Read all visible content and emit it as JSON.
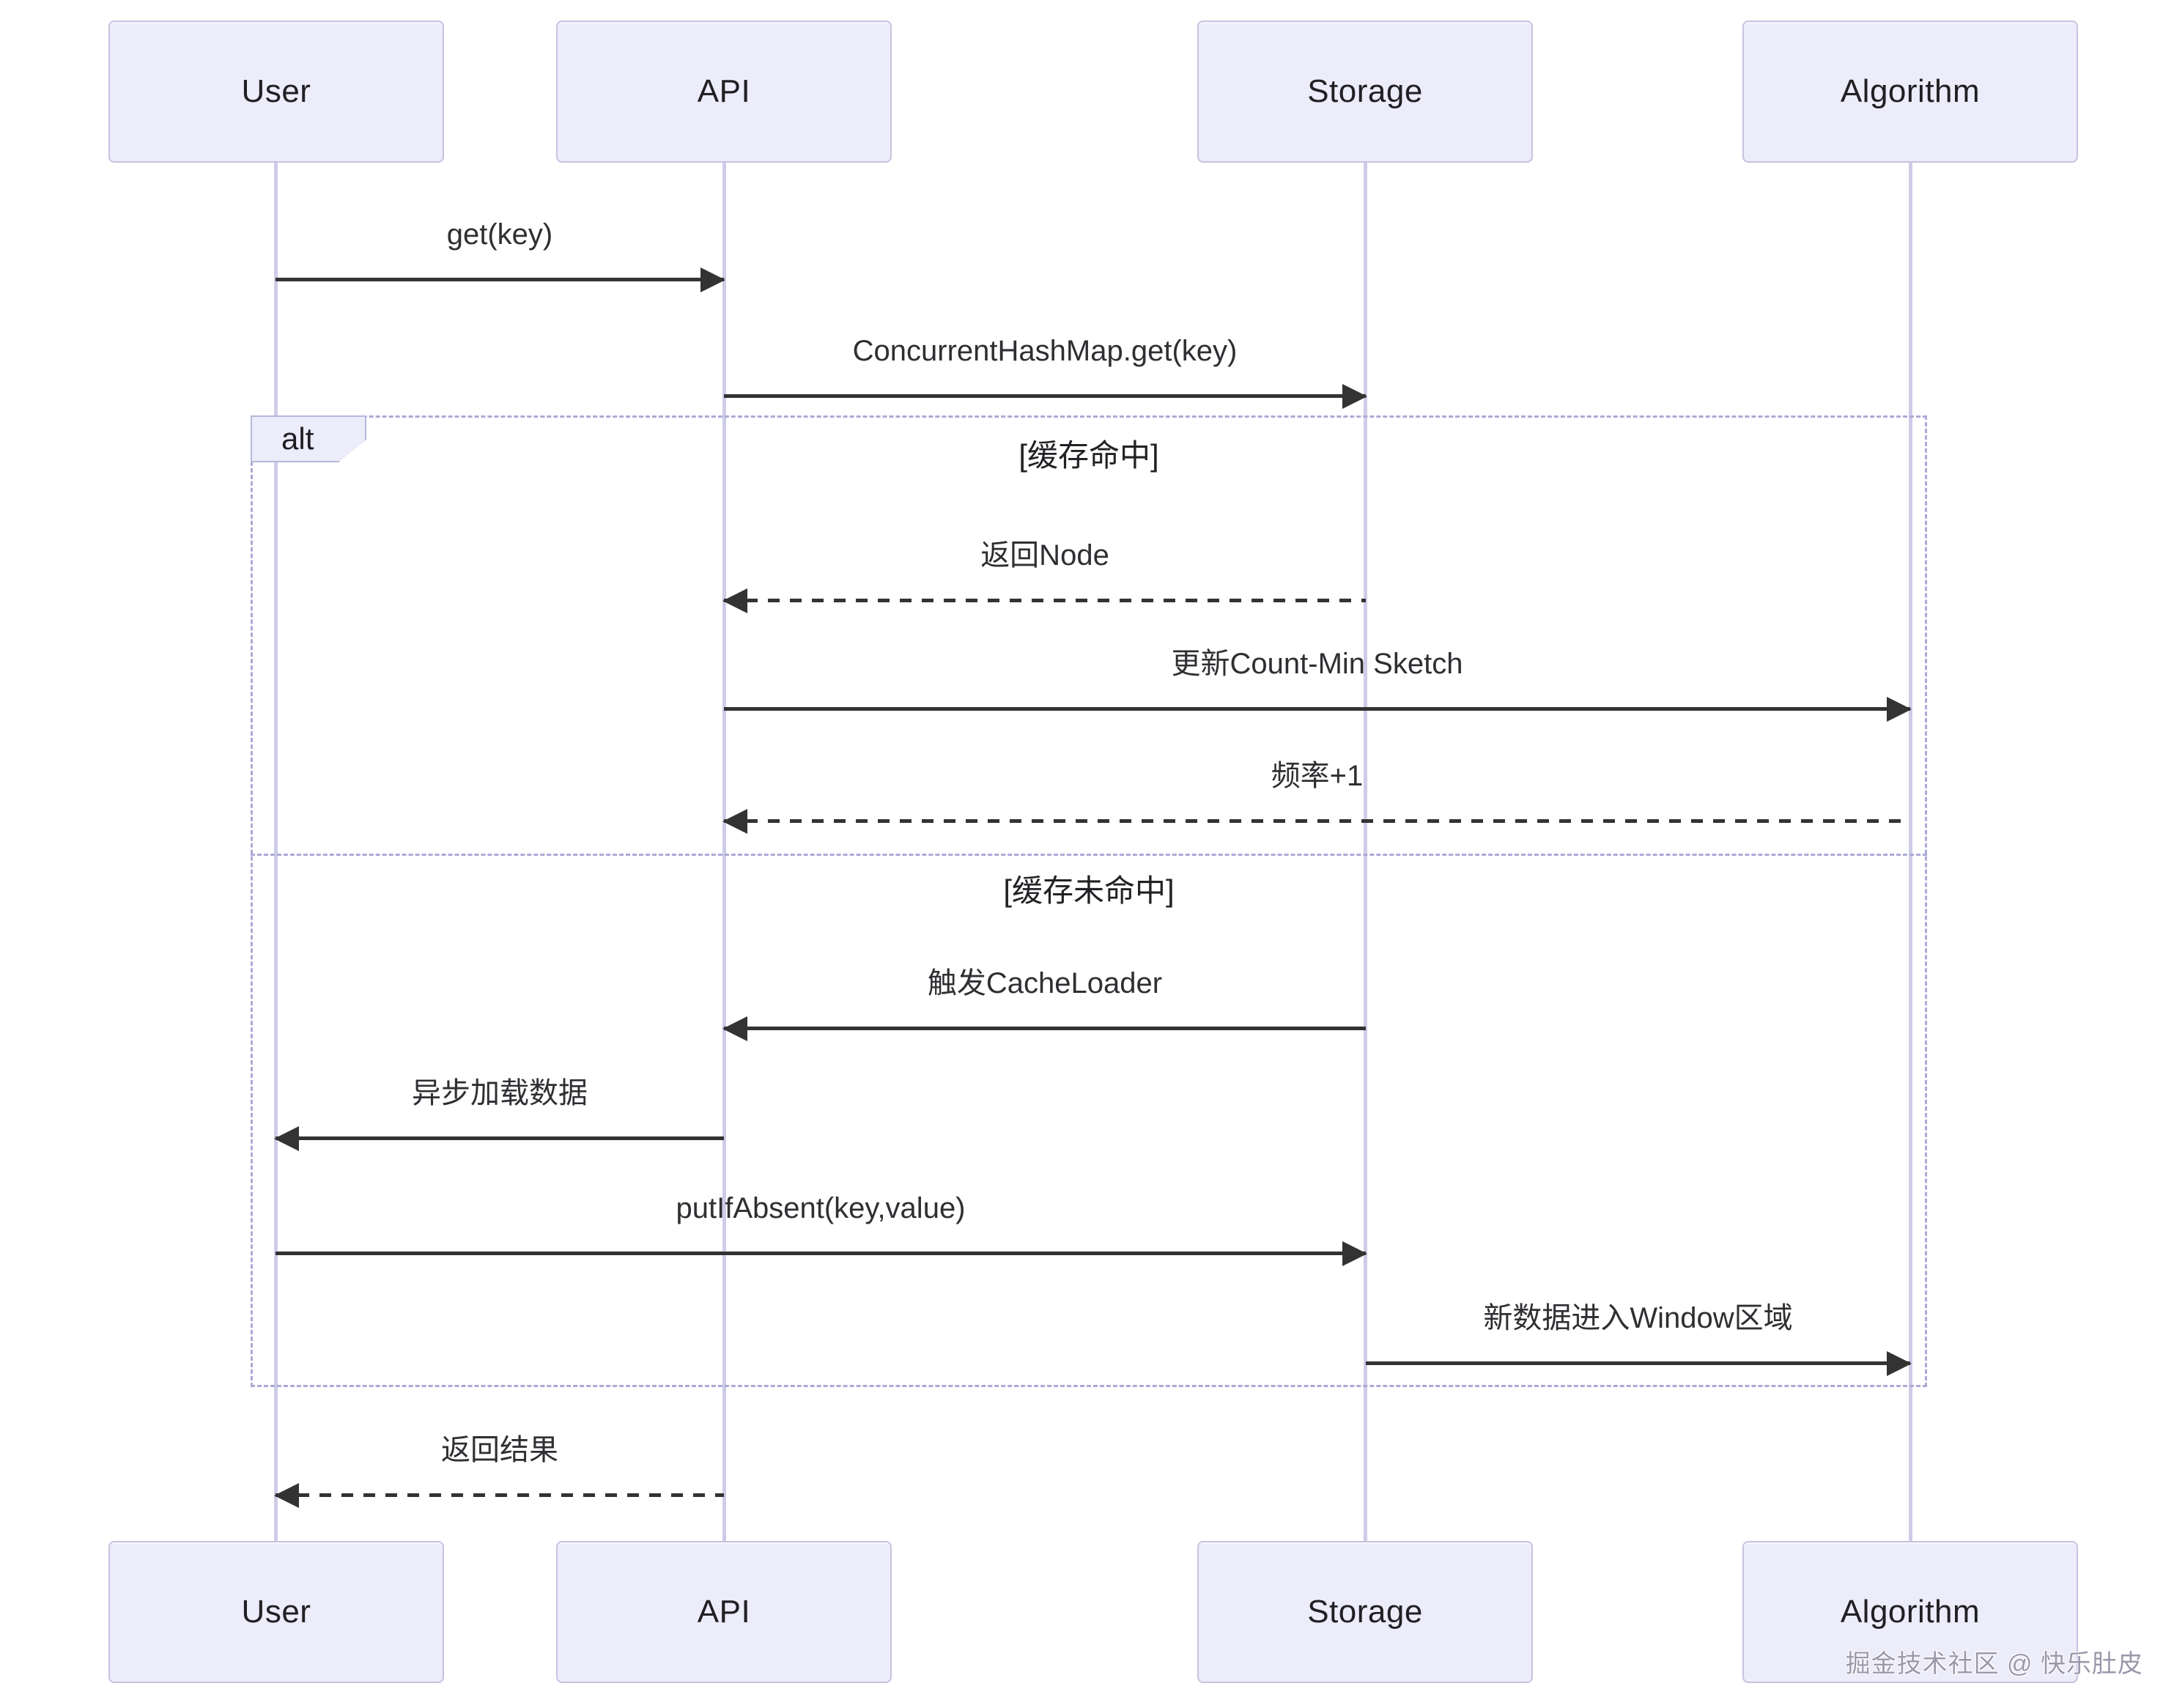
{
  "diagram": {
    "type": "sequence-diagram",
    "participants": [
      {
        "id": "user",
        "label": "User"
      },
      {
        "id": "api",
        "label": "API"
      },
      {
        "id": "storage",
        "label": "Storage"
      },
      {
        "id": "algorithm",
        "label": "Algorithm"
      }
    ],
    "messages": [
      {
        "from": "User",
        "to": "API",
        "text": "get(key)",
        "style": "solid"
      },
      {
        "from": "API",
        "to": "Storage",
        "text": "ConcurrentHashMap.get(key)",
        "style": "solid"
      },
      {
        "from": "Storage",
        "to": "API",
        "text": "返回Node",
        "style": "dashed"
      },
      {
        "from": "API",
        "to": "Algorithm",
        "text": "更新Count-Min Sketch",
        "style": "solid"
      },
      {
        "from": "Algorithm",
        "to": "API",
        "text": "频率+1",
        "style": "dashed"
      },
      {
        "from": "Storage",
        "to": "API",
        "text": "触发CacheLoader",
        "style": "solid"
      },
      {
        "from": "API",
        "to": "User",
        "text": "异步加载数据",
        "style": "solid"
      },
      {
        "from": "User",
        "to": "Storage",
        "text": "putIfAbsent(key,value)",
        "style": "solid"
      },
      {
        "from": "Storage",
        "to": "Algorithm",
        "text": "新数据进入Window区域",
        "style": "solid"
      },
      {
        "from": "API",
        "to": "User",
        "text": "返回结果",
        "style": "dashed"
      }
    ],
    "alt_frame": {
      "label": "alt",
      "sections": [
        {
          "condition": "[缓存命中]"
        },
        {
          "condition": "[缓存未命中]"
        }
      ]
    },
    "watermark": "掘金技术社区 @ 快乐肚皮",
    "colors": {
      "actor_fill": "#ececfa",
      "actor_border": "#c6c3e0",
      "lifeline": "#cfcce9",
      "frame_border": "#abaad7",
      "arrow": "#333333",
      "watermark_text": "#9b98ab",
      "background": "#ffffff"
    }
  }
}
